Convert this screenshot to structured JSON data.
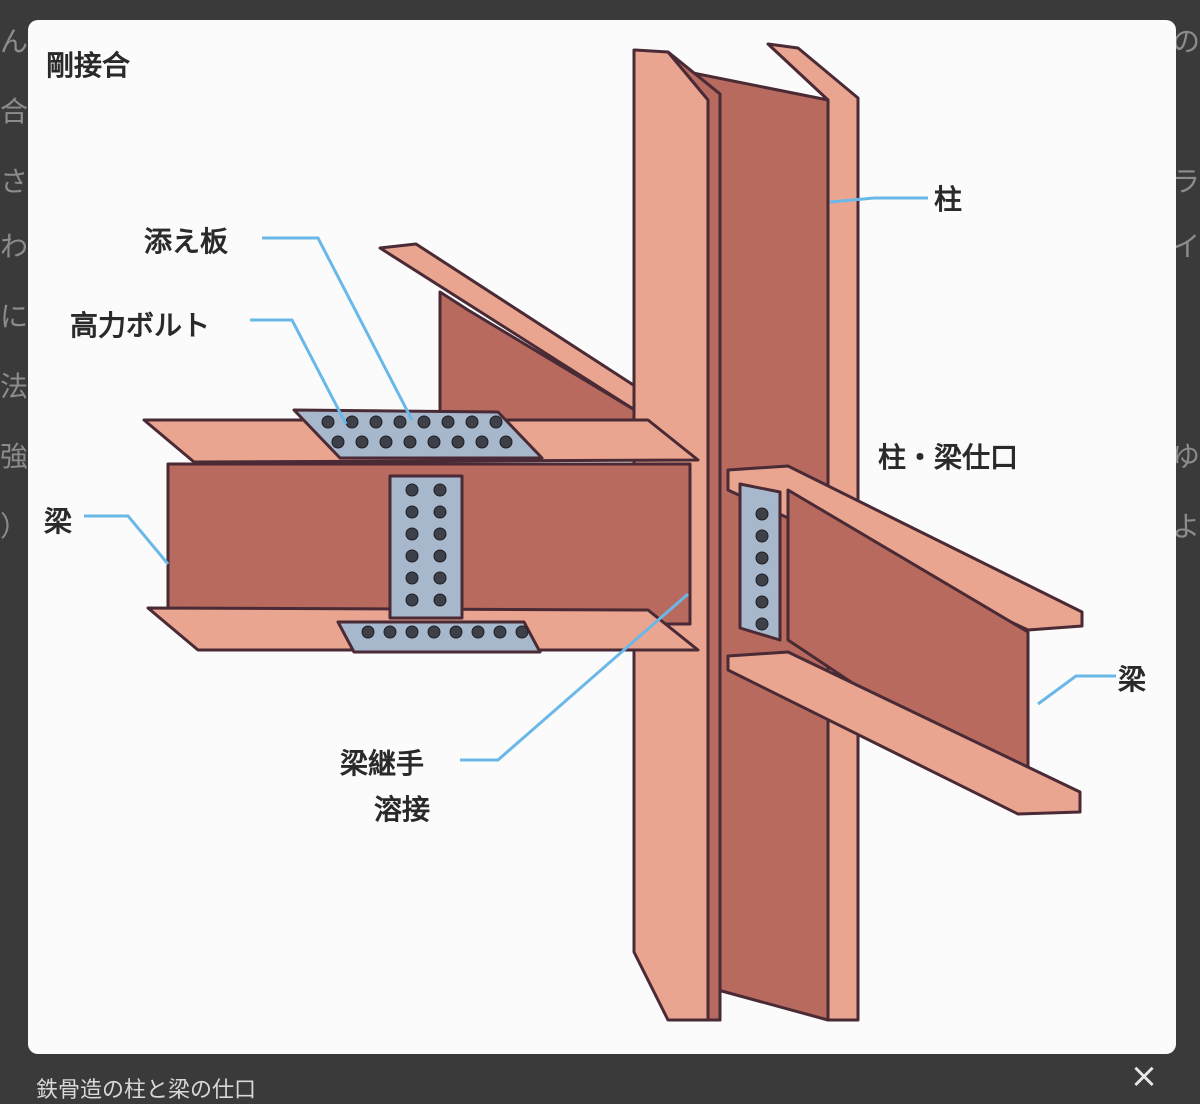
{
  "background_text": {
    "left": [
      "ん",
      "合",
      "さ",
      "わ",
      "に",
      "法",
      "強",
      "）"
    ],
    "right": [
      "の",
      "ラ",
      "イ",
      "ゆ",
      "よ"
    ]
  },
  "diagram": {
    "title": "剛接合",
    "labels": {
      "splice_plate": "添え板",
      "hs_bolt": "高力ボルト",
      "beam_left": "梁",
      "column": "柱",
      "column_beam_joint": "柱・梁仕口",
      "beam_right": "梁",
      "beam_joint_line1": "梁継手",
      "beam_joint_line2": "溶接"
    },
    "colors": {
      "steel": "#d88a7a",
      "steel_dark": "#b86a5e",
      "steel_light": "#eaa590",
      "outline": "#4a2a35",
      "plate": "#a8b8cc",
      "leader": "#6ab8e8"
    }
  },
  "caption": "鉄骨造の柱と梁の仕口",
  "close_icon": "×"
}
